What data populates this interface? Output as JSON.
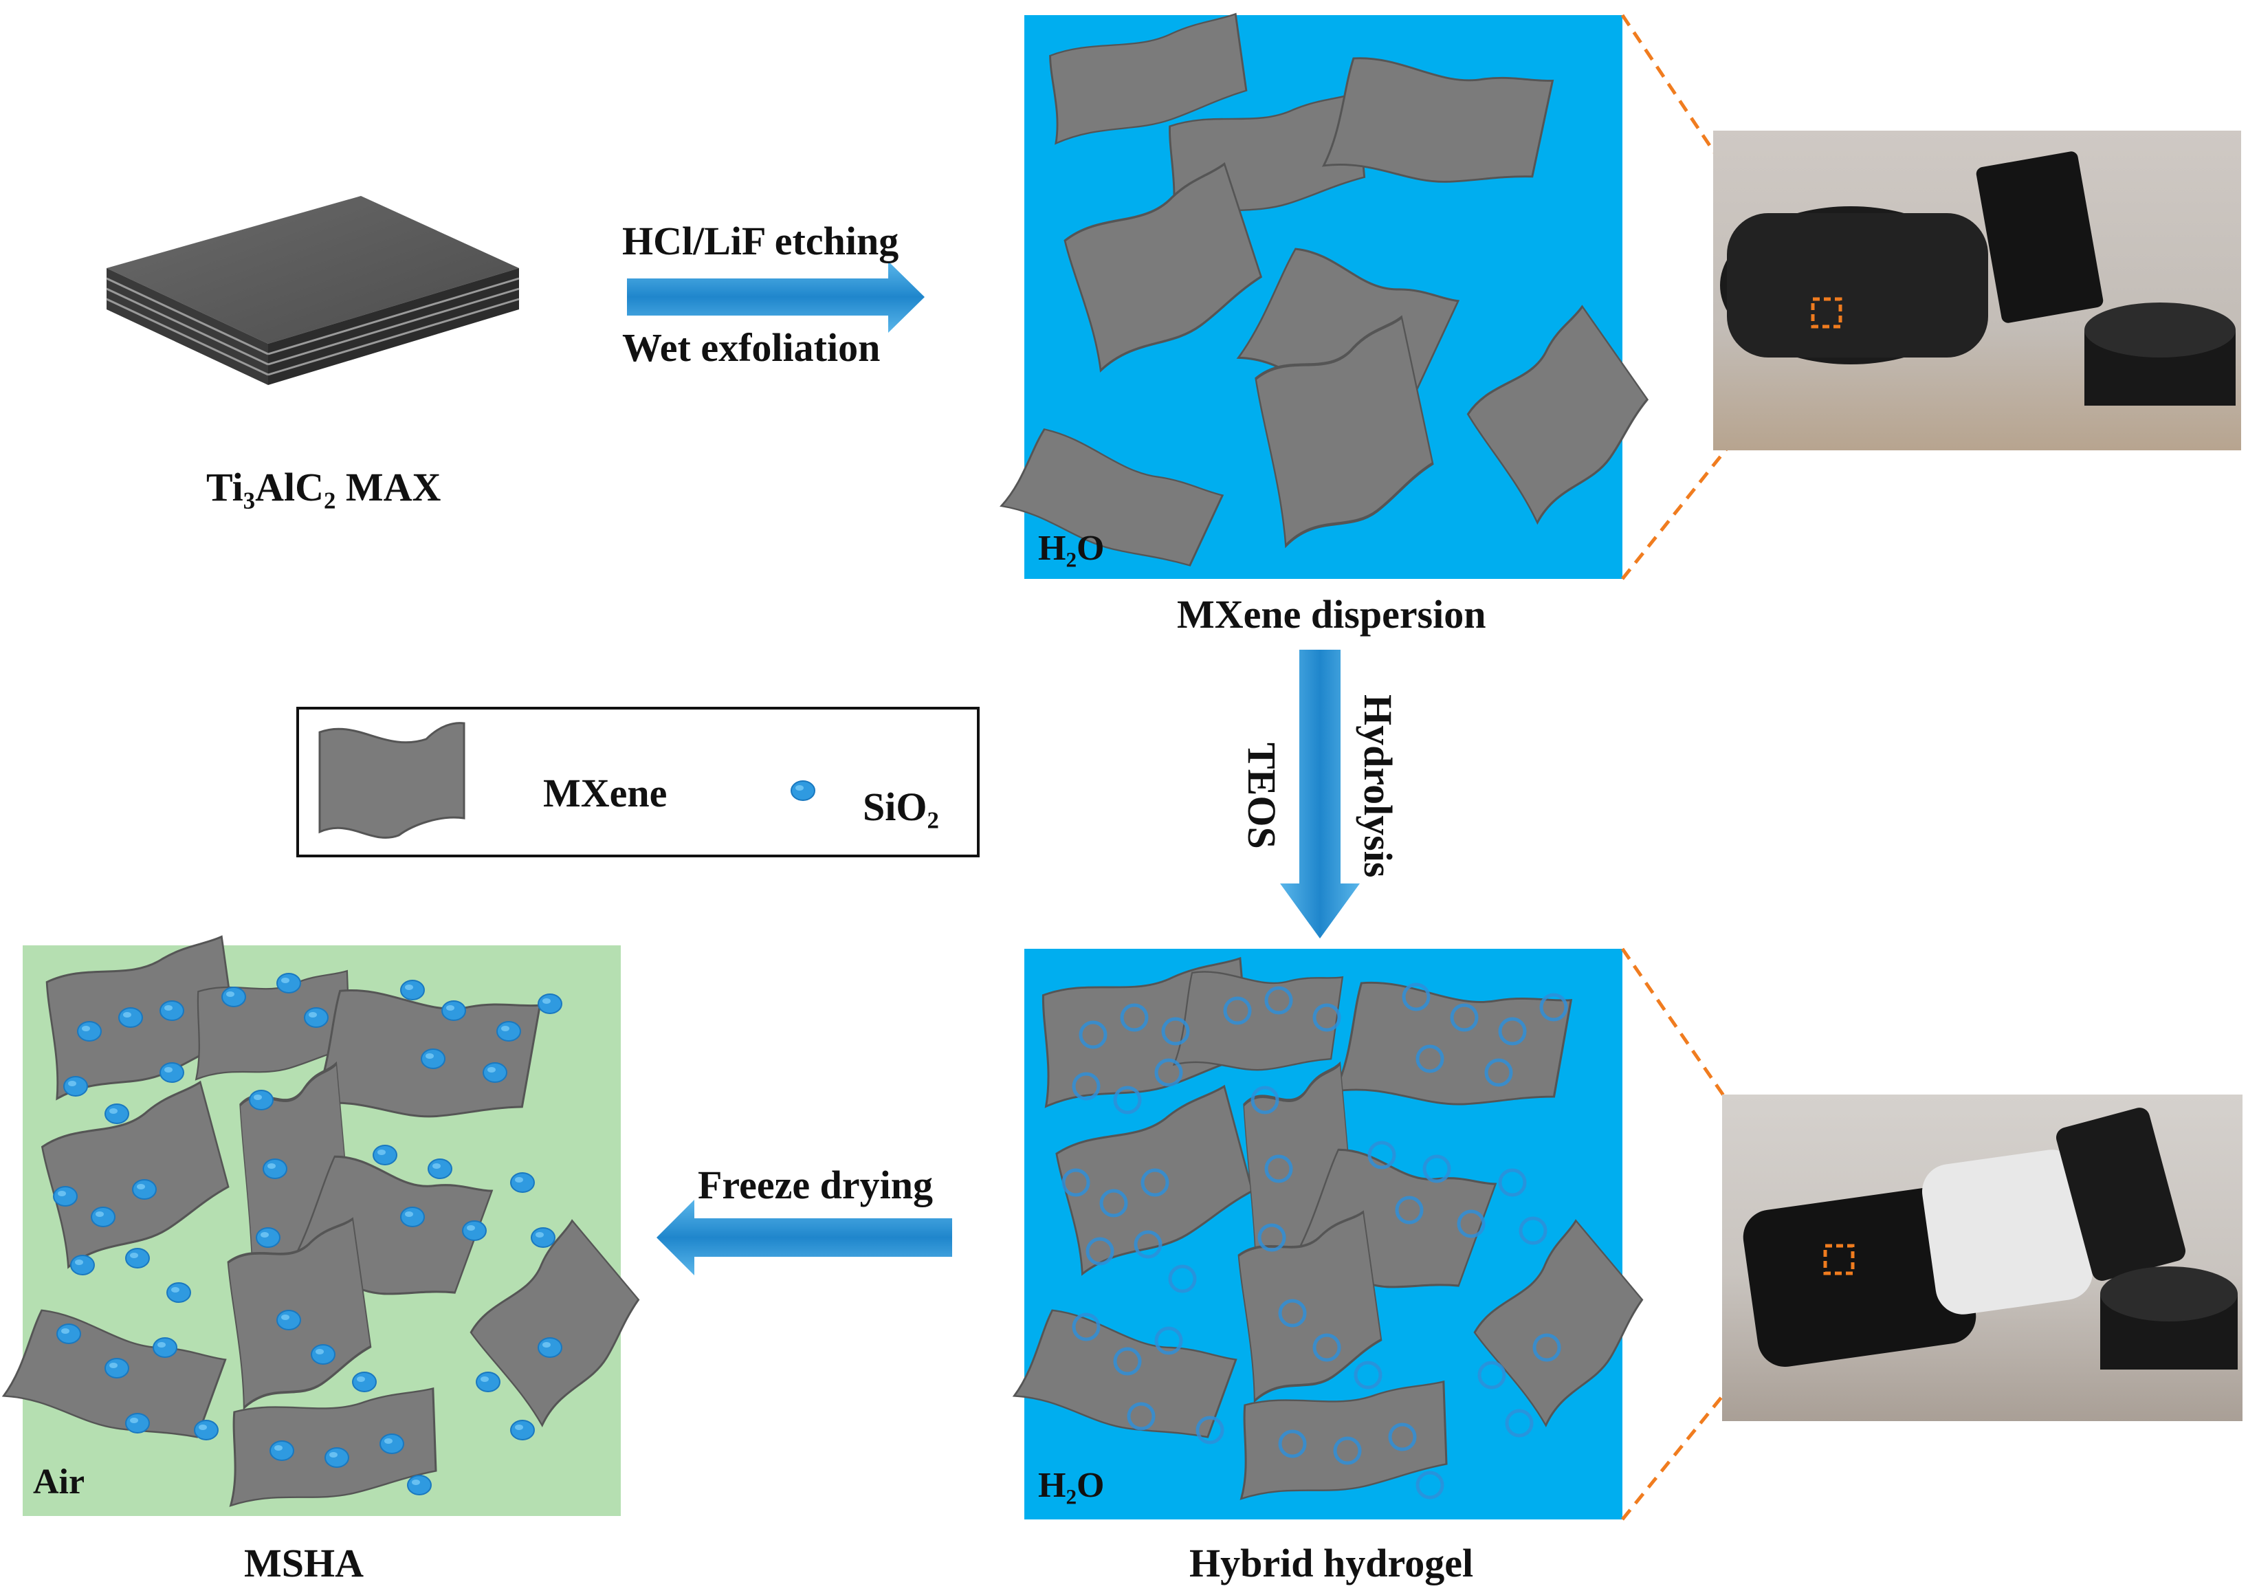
{
  "colors": {
    "water_blue": "#00aeef",
    "air_green": "#b5dfb1",
    "sheet_gray": "#7b7b7b",
    "sio2_blue": "#2f9ae0",
    "arrow_blue": "#2a93d5",
    "dashed_orange": "#f07c1f"
  },
  "labels": {
    "max_label": "Ti₃AlC₂ MAX",
    "etching_top": "HCl/LiF etching",
    "etching_bottom": "Wet exfoliation",
    "dispersion_medium": "H₂O",
    "dispersion_caption": "MXene dispersion",
    "hydrolysis": "Hydrolysis",
    "teos": "TEOS",
    "hydrogel_medium": "H₂O",
    "hydrogel_caption": "Hybrid hydrogel",
    "freeze_drying": "Freeze drying",
    "aerogel_medium": "Air",
    "aerogel_caption": "MSHA"
  },
  "legend": {
    "mxene_label": "MXene",
    "sio2_label": "SiO₂"
  },
  "icons": {
    "max_block": "layered-block-icon",
    "mxene_sheet": "curved-sheet-icon",
    "sio2_particle": "sphere-icon",
    "vial_photo_1": "vial-photo-dispersion",
    "vial_photo_2": "vial-photo-hydrogel"
  }
}
